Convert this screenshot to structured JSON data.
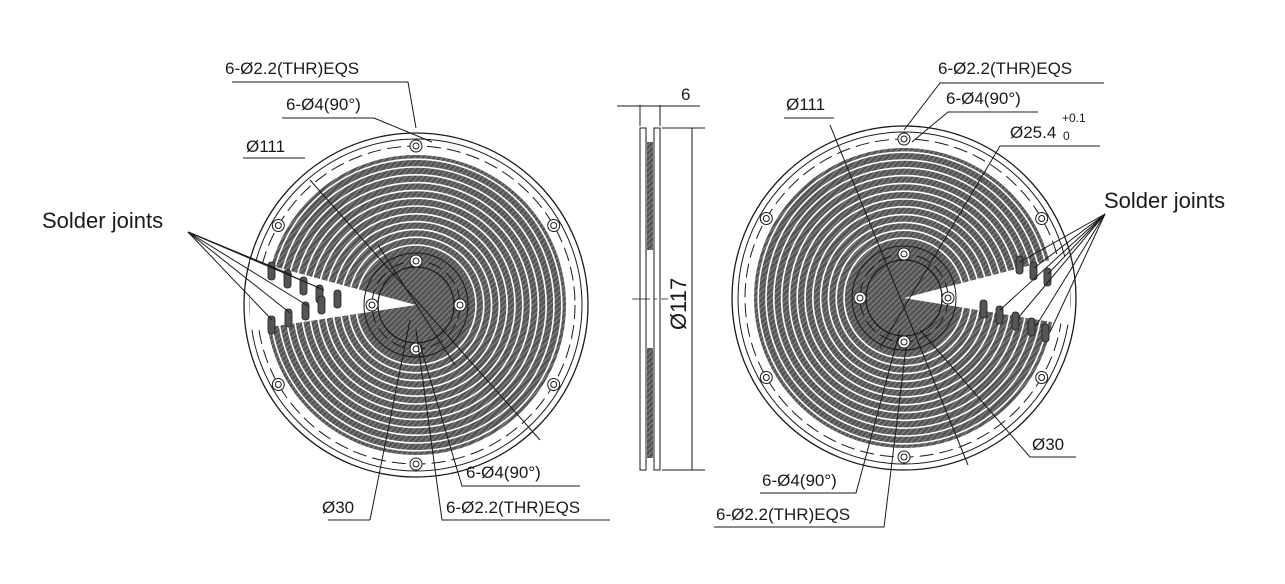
{
  "colors": {
    "ink": "#1a1a1a",
    "spiral_fill": "#555555",
    "spiral_hatch": "#9a9a9a",
    "background": "#ffffff"
  },
  "left_view": {
    "label_thr_top": "6-Ø2.2(THR)EQS",
    "label_cbore_top": "6-Ø4(90°)",
    "label_outer": "Ø111",
    "label_solder": "Solder joints",
    "label_cbore_bottom": "6-Ø4(90°)",
    "label_inner": "Ø30",
    "label_thr_bottom": "6-Ø2.2(THR)EQS"
  },
  "side_view": {
    "label_thickness": "6",
    "label_diameter": "Ø117"
  },
  "right_view": {
    "label_thr_top": "6-Ø2.2(THR)EQS",
    "label_cbore_top": "6-Ø4(90°)",
    "label_outer": "Ø111",
    "label_bore_main": "Ø25.4",
    "label_bore_tol_upper": "+0.1",
    "label_bore_tol_lower": "0",
    "label_solder": "Solder joints",
    "label_inner": "Ø30",
    "label_cbore_bottom": "6-Ø4(90°)",
    "label_thr_bottom": "6-Ø2.2(THR)EQS"
  }
}
